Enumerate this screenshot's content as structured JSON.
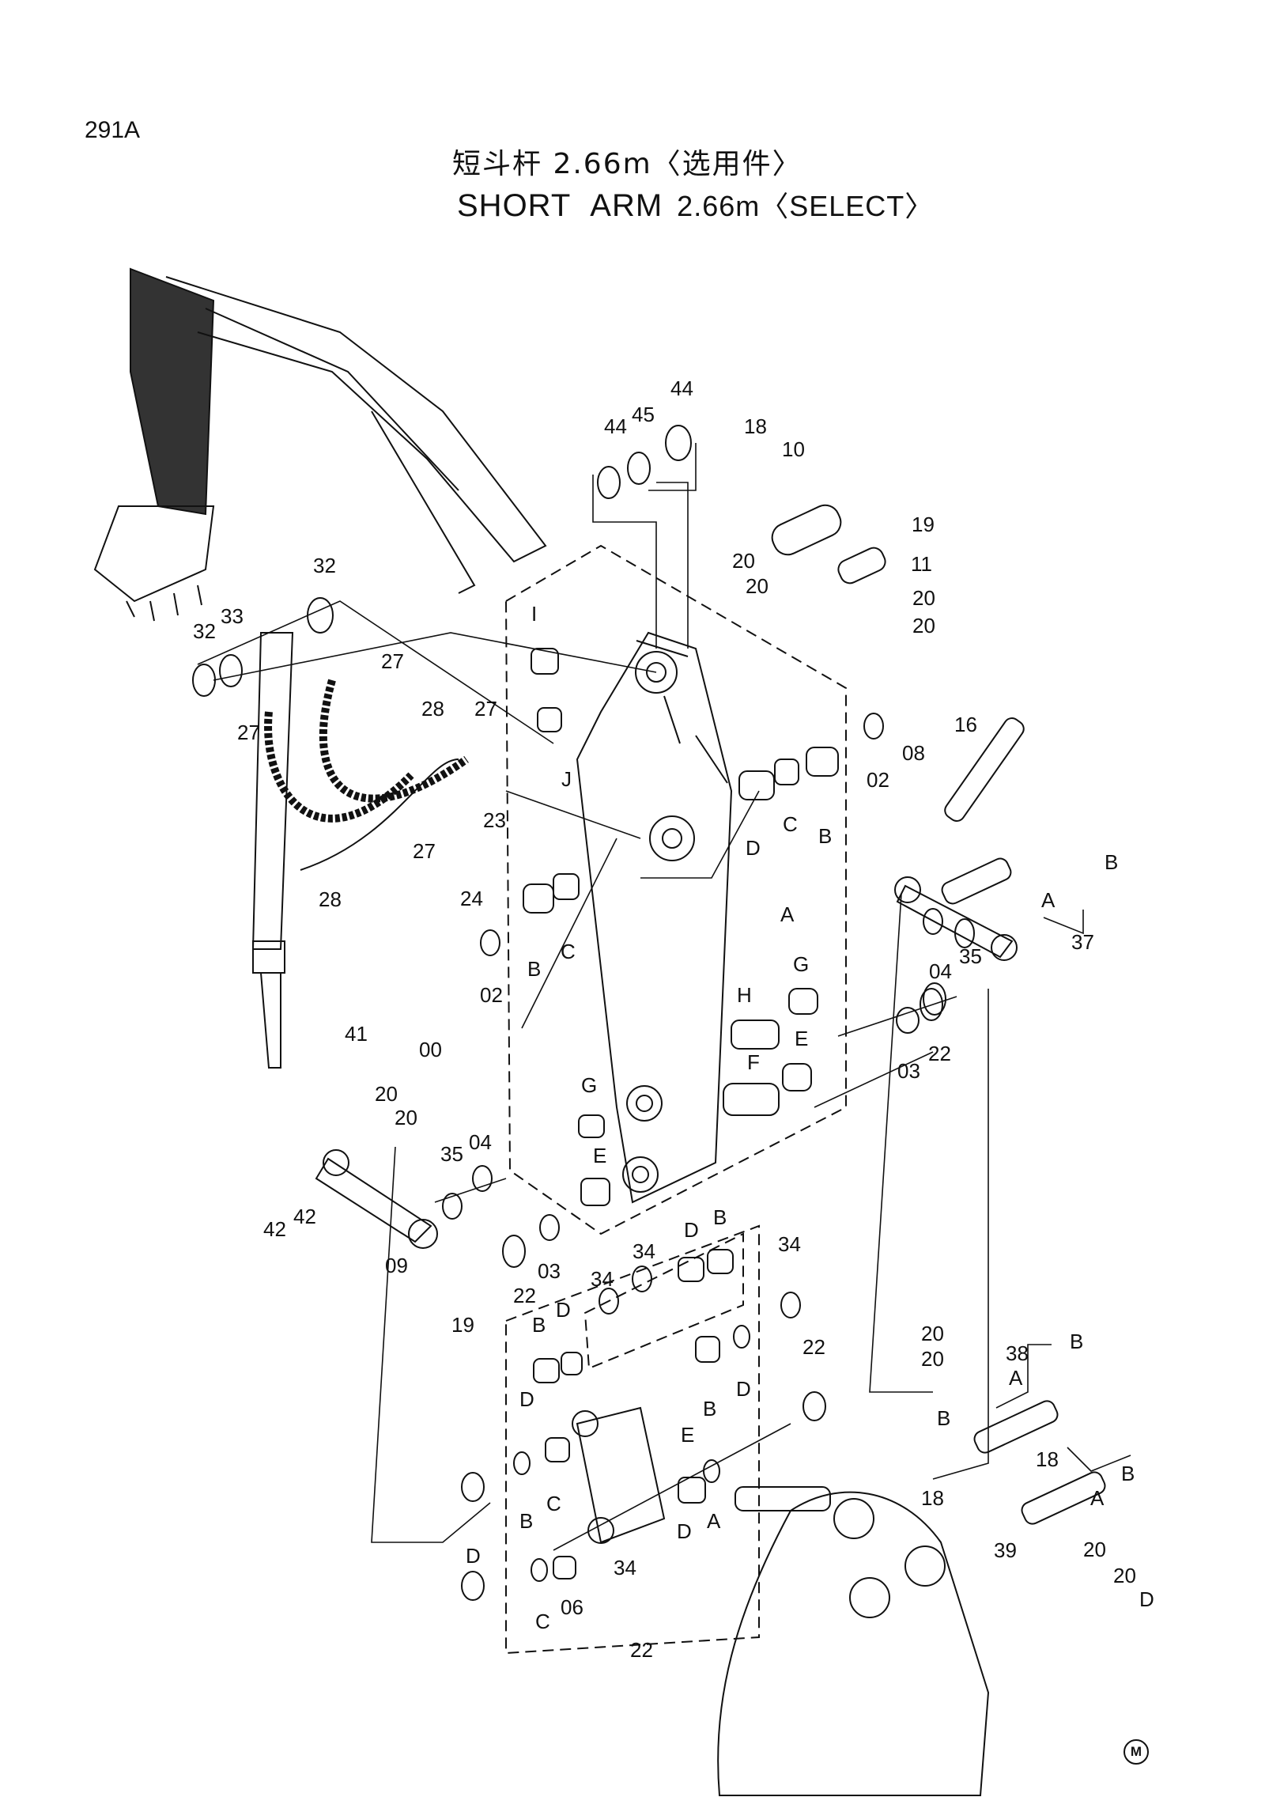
{
  "header": {
    "page_code": "291A",
    "title_cn": "短斗杆 2.66m〈选用件〉",
    "title_en_1": "SHORT",
    "title_en_2": "ARM",
    "title_en_3": "2.66m〈SELECT〉"
  },
  "mark": "M",
  "callouts": [
    "44",
    "45",
    "44",
    "18",
    "10",
    "19",
    "20",
    "20",
    "11",
    "20",
    "20",
    "32",
    "33",
    "32",
    "27",
    "27",
    "28",
    "27",
    "27",
    "23",
    "24",
    "28",
    "I",
    "J",
    "02",
    "C",
    "B",
    "D",
    "A",
    "16",
    "08",
    "B",
    "A",
    "37",
    "B",
    "C",
    "02",
    "04",
    "35",
    "G",
    "H",
    "E",
    "F",
    "00",
    "03",
    "22",
    "41",
    "20",
    "20",
    "35",
    "04",
    "G",
    "E",
    "42",
    "42",
    "09",
    "19",
    "22",
    "03",
    "D",
    "B",
    "34",
    "34",
    "34",
    "B",
    "D",
    "D",
    "B",
    "E",
    "22",
    "D",
    "20",
    "20",
    "38",
    "A",
    "B",
    "B",
    "18",
    "18",
    "B",
    "A",
    "39",
    "20",
    "20",
    "D",
    "B",
    "C",
    "D",
    "A",
    "34",
    "D",
    "C",
    "06",
    "22"
  ]
}
